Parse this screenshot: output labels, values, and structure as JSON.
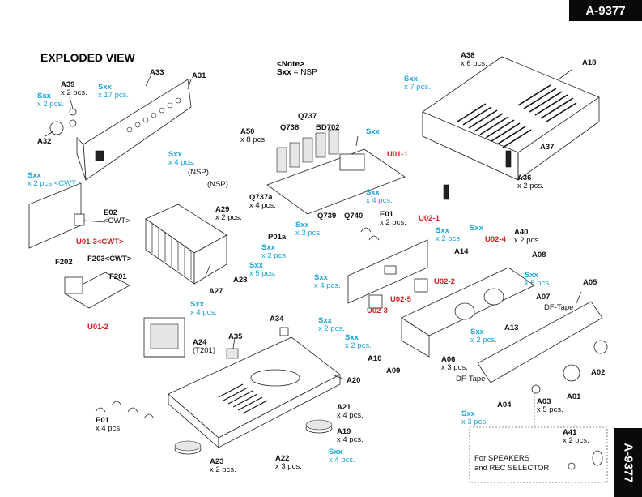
{
  "model_tab": "A-9377",
  "side_tab": "A-9377",
  "title": "EXPLODED VIEW",
  "note": {
    "heading": "<Note>",
    "symbol": "Sxx",
    "text": " = NSP"
  },
  "callouts": [
    {
      "key": "A33",
      "code": "A33",
      "qty": ""
    },
    {
      "key": "A31",
      "code": "A31",
      "qty": ""
    },
    {
      "key": "A39",
      "code": "A39",
      "qty": "x 2 pcs."
    },
    {
      "key": "Sxx-17",
      "code": "Sxx",
      "qty": "x 17 pcs."
    },
    {
      "key": "Sxx-a2",
      "code": "Sxx",
      "qty": "x 2 pcs."
    },
    {
      "key": "A32",
      "code": "A32",
      "qty": ""
    },
    {
      "key": "Sxx-cwt",
      "code": "Sxx",
      "qty": "x 2 pcs.<CWT>"
    },
    {
      "key": "E02",
      "code": "E02",
      "qty": "<CWT>"
    },
    {
      "key": "U01-3",
      "code": "U01-3<CWT>",
      "qty": ""
    },
    {
      "key": "F202",
      "code": "F202",
      "qty": ""
    },
    {
      "key": "F203",
      "code": "F203<CWT>",
      "qty": ""
    },
    {
      "key": "F201",
      "code": "F201",
      "qty": ""
    },
    {
      "key": "U01-2",
      "code": "U01-2",
      "qty": ""
    },
    {
      "key": "Sxx-4a",
      "code": "Sxx",
      "qty": "x 4 pcs."
    },
    {
      "key": "NSP-1",
      "code": "(NSP)",
      "qty": ""
    },
    {
      "key": "NSP-2",
      "code": "(NSP)",
      "qty": ""
    },
    {
      "key": "A29",
      "code": "A29",
      "qty": "x 2 pcs."
    },
    {
      "key": "P01a",
      "code": "P01a",
      "qty": ""
    },
    {
      "key": "Sxx-2b",
      "code": "Sxx",
      "qty": "x 2 pcs."
    },
    {
      "key": "Sxx-5a",
      "code": "Sxx",
      "qty": "x 5 pcs."
    },
    {
      "key": "A28",
      "code": "A28",
      "qty": ""
    },
    {
      "key": "A27",
      "code": "A27",
      "qty": ""
    },
    {
      "key": "Sxx-4b",
      "code": "Sxx",
      "qty": "x 4 pcs."
    },
    {
      "key": "A24",
      "code": "A24",
      "qty": "(T201)"
    },
    {
      "key": "A35",
      "code": "A35",
      "qty": ""
    },
    {
      "key": "A34",
      "code": "A34",
      "qty": ""
    },
    {
      "key": "A20",
      "code": "A20",
      "qty": ""
    },
    {
      "key": "E01-left",
      "code": "E01",
      "qty": "x 4 pcs."
    },
    {
      "key": "A21",
      "code": "A21",
      "qty": "x 4 pcs."
    },
    {
      "key": "A19",
      "code": "A19",
      "qty": "x 4 pcs."
    },
    {
      "key": "Sxx-4c",
      "code": "Sxx",
      "qty": "x 4 pcs."
    },
    {
      "key": "A23",
      "code": "A23",
      "qty": "x 2 pcs."
    },
    {
      "key": "A22",
      "code": "A22",
      "qty": "x 3 pcs."
    },
    {
      "key": "A50",
      "code": "A50",
      "qty": "x 8 pcs."
    },
    {
      "key": "Q737",
      "code": "Q737",
      "qty": ""
    },
    {
      "key": "Q738",
      "code": "Q738",
      "qty": ""
    },
    {
      "key": "BD702",
      "code": "BD702",
      "qty": ""
    },
    {
      "key": "Sxx-top",
      "code": "Sxx",
      "qty": ""
    },
    {
      "key": "U01-1",
      "code": "U01-1",
      "qty": ""
    },
    {
      "key": "Q737a",
      "code": "Q737a",
      "qty": "x 4 pcs."
    },
    {
      "key": "Sxx-3a",
      "code": "Sxx",
      "qty": "x 3 pcs."
    },
    {
      "key": "Q739",
      "code": "Q739",
      "qty": ""
    },
    {
      "key": "Q740",
      "code": "Q740",
      "qty": ""
    },
    {
      "key": "Sxx-4d",
      "code": "Sxx",
      "qty": "x 4 pcs."
    },
    {
      "key": "E01-mid",
      "code": "E01",
      "qty": "x 2 pcs."
    },
    {
      "key": "U02-1",
      "code": "U02-1",
      "qty": ""
    },
    {
      "key": "Sxx-2c",
      "code": "Sxx",
      "qty": "x 2 pcs."
    },
    {
      "key": "A14",
      "code": "A14",
      "qty": ""
    },
    {
      "key": "Sxx-sq",
      "code": "Sxx",
      "qty": ""
    },
    {
      "key": "U02-4",
      "code": "U02-4",
      "qty": ""
    },
    {
      "key": "A40",
      "code": "A40",
      "qty": "x 2 pcs."
    },
    {
      "key": "A08",
      "code": "A08",
      "qty": ""
    },
    {
      "key": "Sxx-4e",
      "code": "Sxx",
      "qty": "x 4 pcs."
    },
    {
      "key": "U02-2",
      "code": "U02-2",
      "qty": ""
    },
    {
      "key": "U02-5",
      "code": "U02-5",
      "qty": ""
    },
    {
      "key": "U02-3",
      "code": "U02-3",
      "qty": ""
    },
    {
      "key": "Sxx-2d",
      "code": "Sxx",
      "qty": "x 2 pcs."
    },
    {
      "key": "Sxx-2e",
      "code": "Sxx",
      "qty": "x 2 pcs."
    },
    {
      "key": "A10",
      "code": "A10",
      "qty": ""
    },
    {
      "key": "A09",
      "code": "A09",
      "qty": ""
    },
    {
      "key": "Sxx-5b",
      "code": "Sxx",
      "qty": "x 5 pcs."
    },
    {
      "key": "A07",
      "code": "A07",
      "qty": ""
    },
    {
      "key": "A05",
      "code": "A05",
      "qty": ""
    },
    {
      "key": "DF-Tape-1",
      "code": "DF-Tape",
      "qty": ""
    },
    {
      "key": "A13",
      "code": "A13",
      "qty": ""
    },
    {
      "key": "Sxx-2f",
      "code": "Sxx",
      "qty": "x 2 pcs."
    },
    {
      "key": "A06",
      "code": "A06",
      "qty": "x 3 pcs."
    },
    {
      "key": "DF-Tape-2",
      "code": "DF-Tape",
      "qty": ""
    },
    {
      "key": "A02",
      "code": "A02",
      "qty": ""
    },
    {
      "key": "A01",
      "code": "A01",
      "qty": ""
    },
    {
      "key": "A04",
      "code": "A04",
      "qty": ""
    },
    {
      "key": "A03",
      "code": "A03",
      "qty": "x 5 pcs."
    },
    {
      "key": "Sxx-3b",
      "code": "Sxx",
      "qty": "x 3 pcs."
    },
    {
      "key": "A41",
      "code": "A41",
      "qty": "x 2 pcs."
    },
    {
      "key": "A38",
      "code": "A38",
      "qty": "x 6 pcs."
    },
    {
      "key": "A18",
      "code": "A18",
      "qty": ""
    },
    {
      "key": "Sxx-7",
      "code": "Sxx",
      "qty": "x 7 pcs."
    },
    {
      "key": "A37",
      "code": "A37",
      "qty": ""
    },
    {
      "key": "A36",
      "code": "A36",
      "qty": "x 2 pcs."
    }
  ],
  "inset": {
    "line1": "For SPEAKERS",
    "line2": "and REC SELECTOR"
  },
  "colors": {
    "nsp_label": "#1aa3d9",
    "unit_label": "#d42020",
    "tab_bg": "#0a0a0a"
  }
}
